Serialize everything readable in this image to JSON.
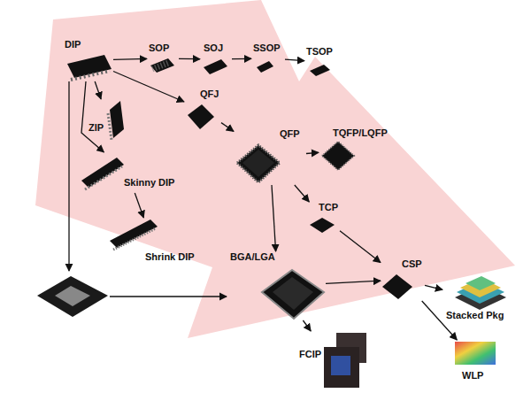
{
  "diagram": {
    "nodes": [
      {
        "text": [
          "DIP"
        ]
      },
      {
        "text": [
          "SOP"
        ]
      },
      {
        "text": [
          "SOJ"
        ]
      },
      {
        "text": [
          "SSOP"
        ]
      },
      {
        "text": [
          "TSOP"
        ]
      },
      {
        "text": [
          "ZIP"
        ]
      },
      {
        "text": [
          "QFJ"
        ]
      },
      {
        "text": [
          "QFP"
        ]
      },
      {
        "text": [
          "TQFP/LQFP"
        ]
      },
      {
        "text": [
          "Skinny DIP"
        ]
      },
      {
        "text": [
          "Shrink DIP"
        ]
      },
      {
        "text": [
          "TCP"
        ]
      },
      {
        "text": [
          "BGA/LGA"
        ]
      },
      {
        "text": [
          "CSP"
        ]
      },
      {
        "text": [
          "Stacked Pkg"
        ]
      },
      {
        "text": [
          "FCIP"
        ]
      },
      {
        "text": [
          "WLP"
        ]
      }
    ],
    "edges": [
      {
        "from": 0,
        "to": 1,
        "arrow": "to"
      },
      {
        "from": 1,
        "to": 2,
        "arrow": "to"
      },
      {
        "from": 2,
        "to": 3,
        "arrow": "to"
      },
      {
        "from": 3,
        "to": 4,
        "arrow": "to"
      },
      {
        "from": 0,
        "to": 5,
        "arrow": "to"
      },
      {
        "from": 0,
        "to": 6,
        "arrow": "to"
      },
      {
        "from": 6,
        "to": 7,
        "arrow": "to"
      },
      {
        "from": 7,
        "to": 8,
        "arrow": "to"
      },
      {
        "from": 0,
        "to": 9,
        "arrow": "to"
      },
      {
        "from": 9,
        "to": 10,
        "arrow": "to"
      },
      {
        "from": 7,
        "to": 11,
        "arrow": "to"
      },
      {
        "from": 7,
        "to": 12,
        "arrow": "to"
      },
      {
        "from": 11,
        "to": 13,
        "arrow": "to"
      },
      {
        "from": 12,
        "to": 13,
        "arrow": "to"
      },
      {
        "from": 12,
        "to": 15,
        "arrow": "to"
      },
      {
        "from": 13,
        "to": 14,
        "arrow": "to"
      },
      {
        "from": 13,
        "to": 16,
        "arrow": "to"
      }
    ]
  }
}
